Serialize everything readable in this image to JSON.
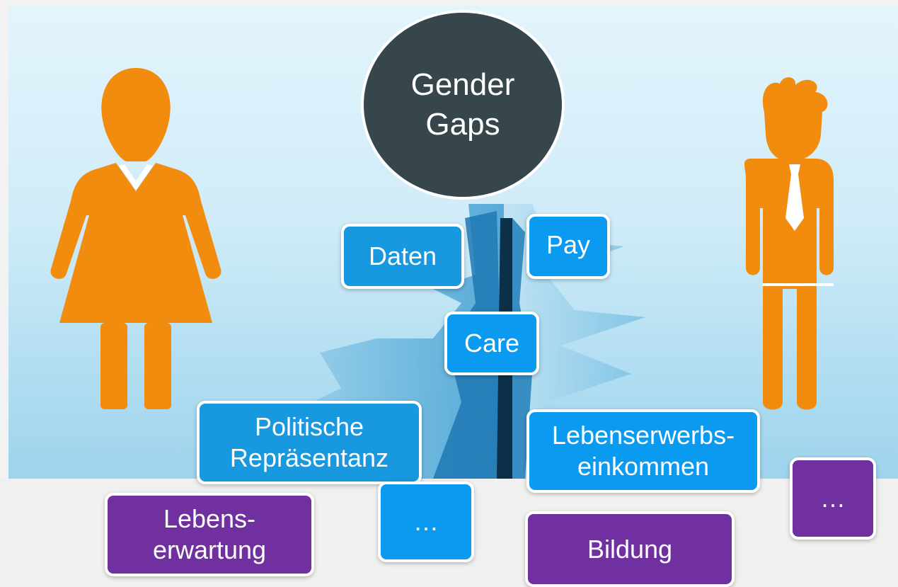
{
  "title": {
    "line1": "Gender",
    "line2": "Gaps"
  },
  "tags": {
    "daten": "Daten",
    "pay": "Pay",
    "care": "Care",
    "politik_1": "Politische",
    "politik_2": "Repräsentanz",
    "lebenserwerb_1": "Lebenserwerbs-",
    "lebenserwerb_2": "einkommen",
    "ellipsis_blue": "…",
    "ellipsis_purple": "…",
    "lebenserwartung_1": "Lebens-",
    "lebenserwartung_2": "erwartung",
    "bildung": "Bildung"
  },
  "icons": [
    "woman-icon",
    "man-icon",
    "crack-icon"
  ],
  "colors": {
    "figure": "#f28c0f",
    "circle": "#36464a",
    "tag_blue": "#1898df",
    "tag_purple": "#7030a0",
    "sky_top": "#d8f0fb",
    "sky_bottom": "#a4d8f0"
  }
}
